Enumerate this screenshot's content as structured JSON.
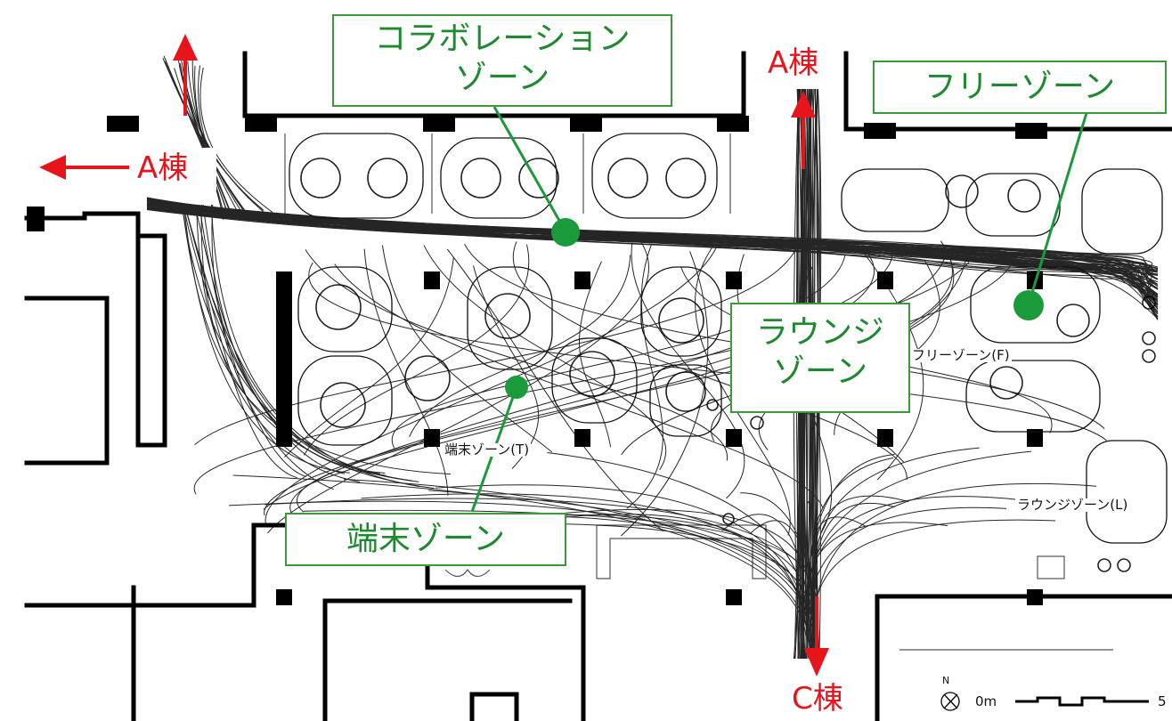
{
  "zones": {
    "collaboration": {
      "line1": "コラボレーション",
      "line2": "ゾーン"
    },
    "free": {
      "label": "フリーゾーン"
    },
    "lounge": {
      "line1": "ラウンジ",
      "line2": "ゾーン"
    },
    "terminal": {
      "label": "端末ゾーン"
    }
  },
  "buildings": {
    "a_top": "A棟",
    "a_left": "A棟",
    "c_bottom": "C棟"
  },
  "plan_labels": {
    "terminal": "端末ゾーン(T)",
    "free": "フリーゾーン(F)",
    "lounge": "ラウンジゾーン(L)"
  },
  "scale": {
    "north": "N",
    "zero": "0m",
    "end": "5"
  },
  "colors": {
    "accent_green": "#3a9a3a",
    "arrow_red": "#e8141c",
    "dot_green": "#1a9a3a"
  }
}
